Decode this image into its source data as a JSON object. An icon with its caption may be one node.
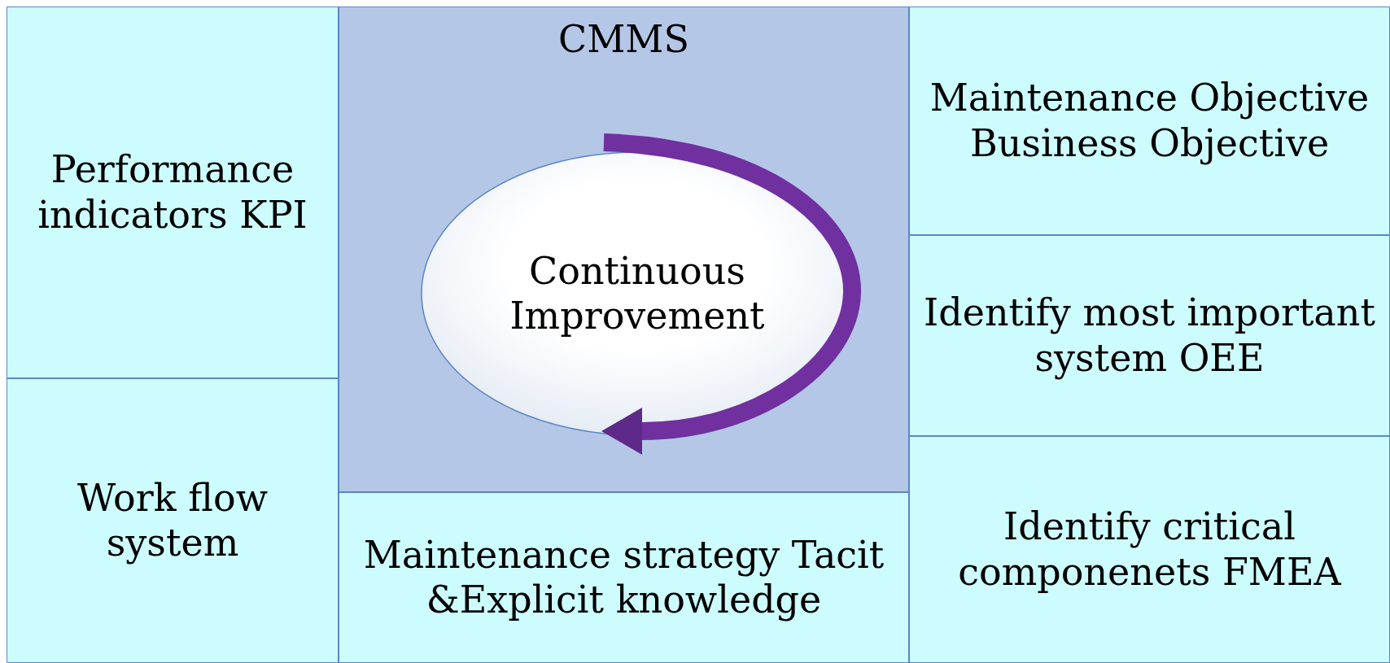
{
  "diagram": {
    "nodes": [
      {
        "text": [
          "Performance indicators KPI"
        ]
      },
      {
        "text": [
          "CMMS"
        ]
      },
      {
        "text": [
          "Continuous Improvement"
        ],
        "in": 1
      },
      {
        "text": [
          "Maintenance Objective Business Objective"
        ]
      },
      {
        "text": [
          "Identify most important system OEE"
        ]
      },
      {
        "text": [
          "Work flow system"
        ]
      },
      {
        "text": [
          "Maintenance strategy Tacit &Explicit knowledge"
        ]
      },
      {
        "text": [
          "Identify critical componenets FMEA"
        ]
      }
    ]
  }
}
